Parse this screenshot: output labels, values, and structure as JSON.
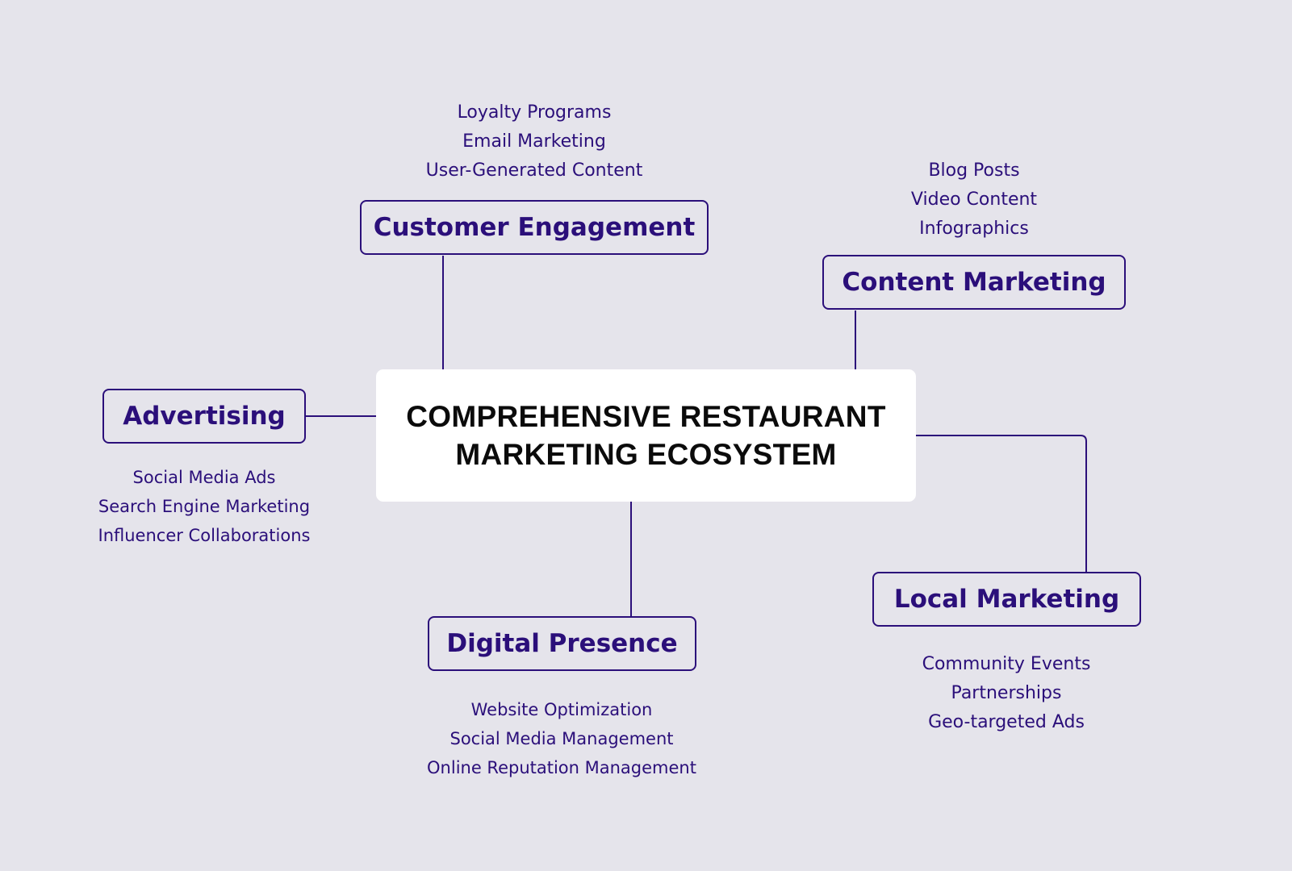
{
  "center": {
    "line1": "COMPREHENSIVE RESTAURANT",
    "line2": "MARKETING ECOSYSTEM"
  },
  "nodes": {
    "customer_engagement": {
      "label": "Customer Engagement",
      "items": [
        "Loyalty Programs",
        "Email Marketing",
        "User-Generated Content"
      ]
    },
    "content_marketing": {
      "label": "Content Marketing",
      "items": [
        "Blog Posts",
        "Video Content",
        "Infographics"
      ]
    },
    "advertising": {
      "label": "Advertising",
      "items": [
        "Social Media Ads",
        "Search Engine Marketing",
        "Influencer Collaborations"
      ]
    },
    "digital_presence": {
      "label": "Digital Presence",
      "items": [
        "Website Optimization",
        "Social Media Management",
        "Online Reputation Management"
      ]
    },
    "local_marketing": {
      "label": "Local Marketing",
      "items": [
        "Community Events",
        "Partnerships",
        "Geo-targeted Ads"
      ]
    }
  },
  "colors": {
    "background": "#e5e4eb",
    "accent": "#2b0f7a",
    "center_box": "#ffffff",
    "center_text": "#0b0b0b"
  }
}
